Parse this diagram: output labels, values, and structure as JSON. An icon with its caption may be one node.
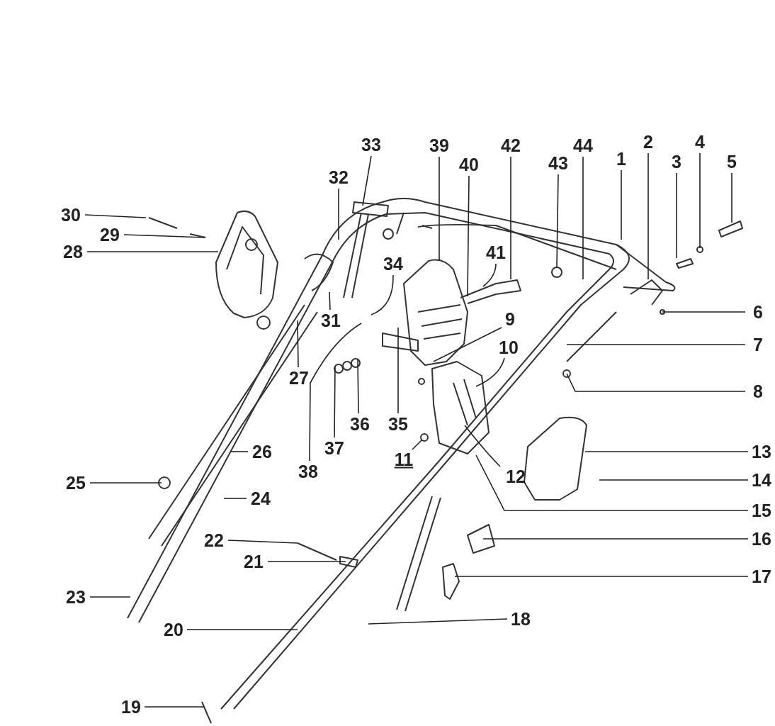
{
  "diagram": {
    "nodes": [
      {
        "text": [
          "1"
        ]
      },
      {
        "text": [
          "2"
        ]
      },
      {
        "text": [
          "3"
        ]
      },
      {
        "text": [
          "4"
        ]
      },
      {
        "text": [
          "5"
        ]
      },
      {
        "text": [
          "6"
        ]
      },
      {
        "text": [
          "7"
        ]
      },
      {
        "text": [
          "8"
        ]
      },
      {
        "text": [
          "9"
        ]
      },
      {
        "text": [
          "10"
        ]
      },
      {
        "text": [
          "11"
        ]
      },
      {
        "text": [
          "12"
        ]
      },
      {
        "text": [
          "13"
        ]
      },
      {
        "text": [
          "14"
        ]
      },
      {
        "text": [
          "15"
        ]
      },
      {
        "text": [
          "16"
        ]
      },
      {
        "text": [
          "17"
        ]
      },
      {
        "text": [
          "18"
        ]
      },
      {
        "text": [
          "19"
        ]
      },
      {
        "text": [
          "20"
        ]
      },
      {
        "text": [
          "21"
        ]
      },
      {
        "text": [
          "22"
        ]
      },
      {
        "text": [
          "23"
        ]
      },
      {
        "text": [
          "24"
        ]
      },
      {
        "text": [
          "25"
        ]
      },
      {
        "text": [
          "26"
        ]
      },
      {
        "text": [
          "27"
        ]
      },
      {
        "text": [
          "28"
        ]
      },
      {
        "text": [
          "29"
        ]
      },
      {
        "text": [
          "30"
        ]
      },
      {
        "text": [
          "31"
        ]
      },
      {
        "text": [
          "32"
        ]
      },
      {
        "text": [
          "33"
        ]
      },
      {
        "text": [
          "34"
        ]
      },
      {
        "text": [
          "35"
        ]
      },
      {
        "text": [
          "36"
        ]
      },
      {
        "text": [
          "37"
        ]
      },
      {
        "text": [
          "38"
        ]
      },
      {
        "text": [
          "39"
        ]
      },
      {
        "text": [
          "40"
        ]
      },
      {
        "text": [
          "41"
        ]
      },
      {
        "text": [
          "42"
        ]
      },
      {
        "text": [
          "43"
        ]
      },
      {
        "text": [
          "44"
        ]
      }
    ],
    "edges": [
      {
        "from": 0,
        "to": null,
        "arrow": "none"
      },
      {
        "from": 1,
        "to": null,
        "arrow": "none"
      },
      {
        "from": 2,
        "to": null,
        "arrow": "none"
      },
      {
        "from": 3,
        "to": null,
        "arrow": "none"
      },
      {
        "from": 4,
        "to": null,
        "arrow": "none"
      },
      {
        "from": 5,
        "to": null,
        "arrow": "none"
      },
      {
        "from": 6,
        "to": null,
        "arrow": "none"
      },
      {
        "from": 7,
        "to": null,
        "arrow": "none"
      },
      {
        "from": 8,
        "to": null,
        "arrow": "none"
      },
      {
        "from": 9,
        "to": null,
        "arrow": "none"
      },
      {
        "from": 10,
        "to": null,
        "arrow": "none"
      },
      {
        "from": 11,
        "to": null,
        "arrow": "none"
      },
      {
        "from": 12,
        "to": null,
        "arrow": "none"
      },
      {
        "from": 13,
        "to": null,
        "arrow": "none"
      },
      {
        "from": 14,
        "to": null,
        "arrow": "none"
      },
      {
        "from": 15,
        "to": null,
        "arrow": "none"
      },
      {
        "from": 16,
        "to": null,
        "arrow": "none"
      },
      {
        "from": 17,
        "to": null,
        "arrow": "none"
      },
      {
        "from": 18,
        "to": null,
        "arrow": "none"
      },
      {
        "from": 19,
        "to": null,
        "arrow": "none"
      },
      {
        "from": 20,
        "to": null,
        "arrow": "none"
      },
      {
        "from": 21,
        "to": null,
        "arrow": "none"
      },
      {
        "from": 22,
        "to": null,
        "arrow": "none"
      },
      {
        "from": 23,
        "to": null,
        "arrow": "none"
      },
      {
        "from": 24,
        "to": null,
        "arrow": "none"
      },
      {
        "from": 25,
        "to": null,
        "arrow": "none"
      },
      {
        "from": 26,
        "to": null,
        "arrow": "none"
      },
      {
        "from": 27,
        "to": null,
        "arrow": "none"
      },
      {
        "from": 28,
        "to": null,
        "arrow": "none"
      },
      {
        "from": 29,
        "to": null,
        "arrow": "none"
      },
      {
        "from": 30,
        "to": null,
        "arrow": "none"
      },
      {
        "from": 31,
        "to": null,
        "arrow": "none"
      },
      {
        "from": 32,
        "to": null,
        "arrow": "none"
      },
      {
        "from": 33,
        "to": null,
        "arrow": "none"
      },
      {
        "from": 34,
        "to": null,
        "arrow": "none"
      },
      {
        "from": 35,
        "to": null,
        "arrow": "none"
      },
      {
        "from": 36,
        "to": null,
        "arrow": "none"
      },
      {
        "from": 37,
        "to": null,
        "arrow": "none"
      },
      {
        "from": 38,
        "to": null,
        "arrow": "none"
      },
      {
        "from": 39,
        "to": null,
        "arrow": "none"
      },
      {
        "from": 40,
        "to": null,
        "arrow": "none"
      },
      {
        "from": 41,
        "to": null,
        "arrow": "none"
      },
      {
        "from": 42,
        "to": null,
        "arrow": "none"
      },
      {
        "from": 43,
        "to": null,
        "arrow": "none"
      }
    ]
  }
}
